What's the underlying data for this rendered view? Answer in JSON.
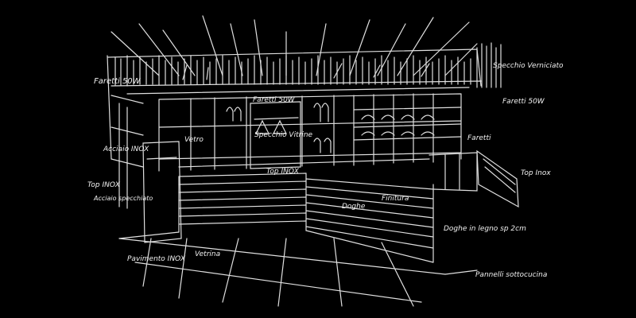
{
  "colors": {
    "background": "#000000",
    "ink": "#f2f2f2"
  },
  "image": {
    "subject": "white-ink architectural sketch of a shop counter interior on black"
  },
  "annotations": {
    "left_1": "Faretti 50W",
    "left_2": "Acciaio INOX",
    "left_3": "Top INOX",
    "left_4": "Acciaio specchiato",
    "bottom_1": "Pavimento INOX",
    "bottom_2": "Vetrina",
    "top_right": "Specchio Verniciato",
    "right_1": "Faretti 50W",
    "right_2": "Top Inox",
    "right_3": "Doghe in legno sp 2cm",
    "right_4": "Pannelli sottocucina",
    "counter_1": "Vetro",
    "counter_2": "Top INOX",
    "counter_3": "Doghe",
    "counter_4": "Finitura",
    "counter_5": "Faretti",
    "wall_1": "Faretti 50W",
    "wall_2": "Specchio Vitrine"
  }
}
